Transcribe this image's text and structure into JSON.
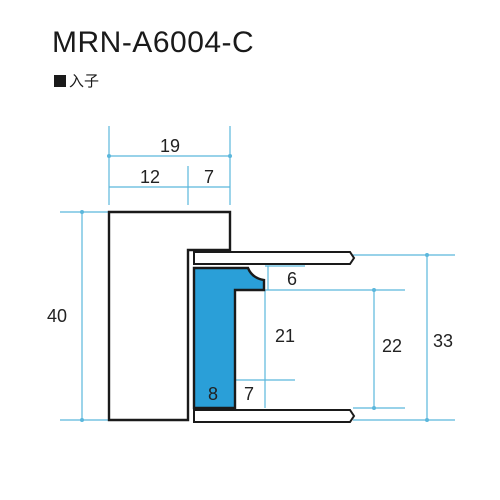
{
  "header": {
    "title": "MRN-A6004-C",
    "subtitle": "入子"
  },
  "colors": {
    "dimension_line": "#5bb7dc",
    "profile_stroke": "#1a1a1a",
    "insert_fill": "#2a9fd8"
  },
  "dimensions": {
    "total_width": "19",
    "left_width": "12",
    "right_width": "7",
    "total_height": "40",
    "gap": "6",
    "inner_height": "21",
    "slot_height": "22",
    "frame_height": "33",
    "bottom_left": "8",
    "bottom_right": "7"
  }
}
